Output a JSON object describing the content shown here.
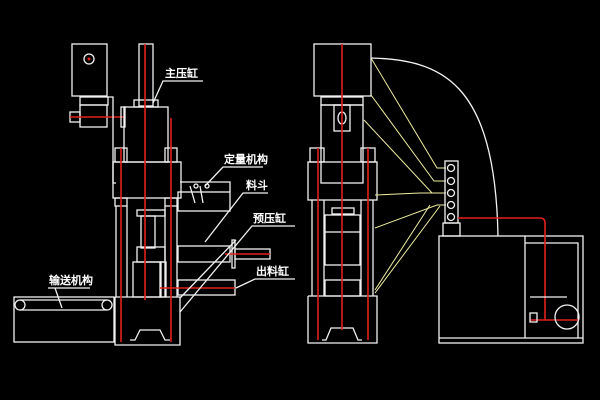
{
  "labels": {
    "main_cylinder": "主压缸",
    "dosing_mechanism": "定量机构",
    "hopper": "料斗",
    "prepress_cylinder": "预压缸",
    "discharge_cylinder": "出料缸",
    "conveyor": "输送机构"
  },
  "colors": {
    "background": "#000000",
    "outline": "#f2f2f2",
    "centerline": "#e0201c",
    "hose": "#f0eea0"
  }
}
